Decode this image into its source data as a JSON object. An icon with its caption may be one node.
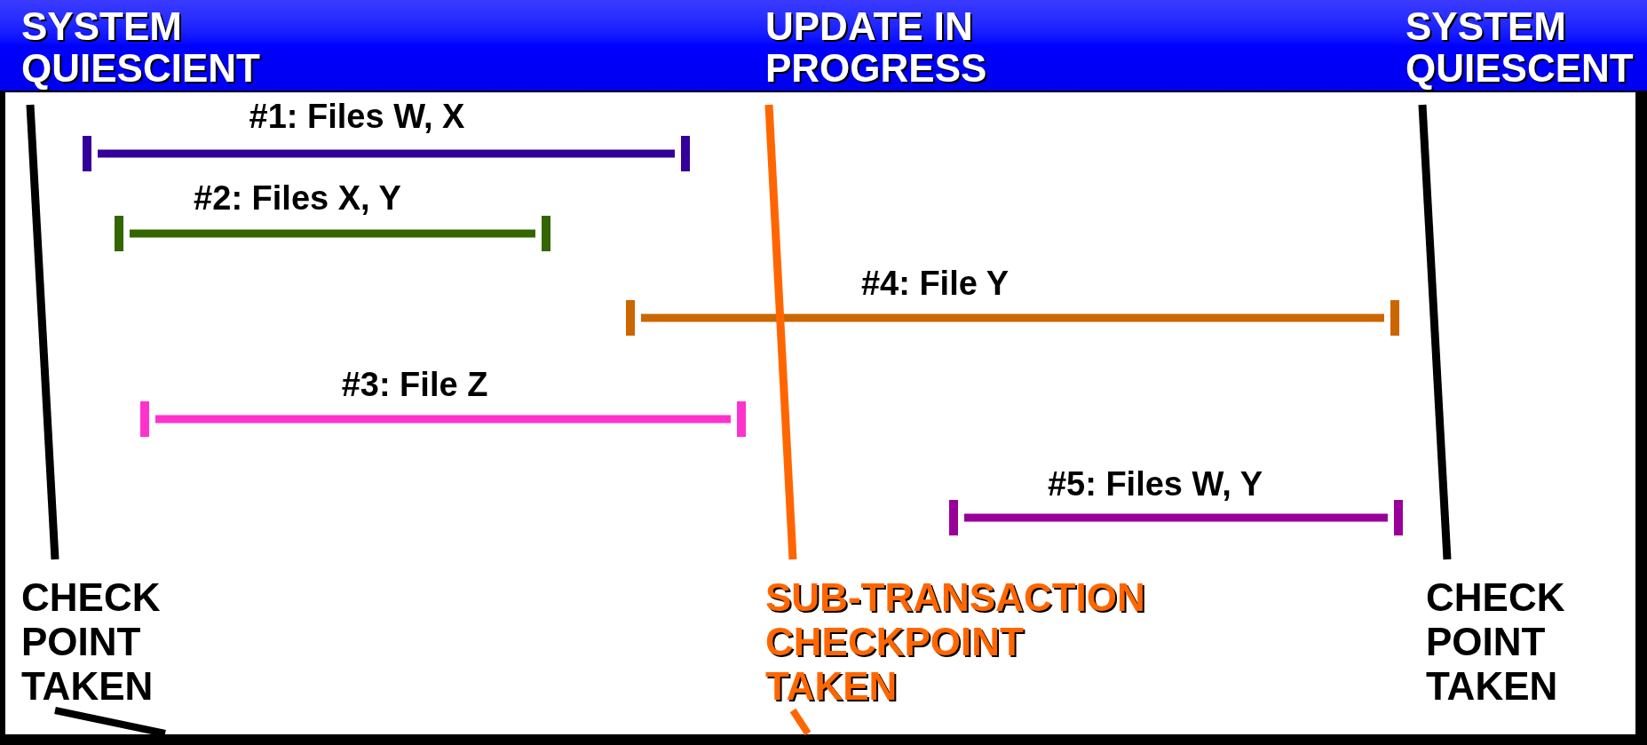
{
  "diagram": {
    "nodes": [
      {
        "text": [
          "SYSTEM QUIESCIENT"
        ]
      },
      {
        "text": [
          "UPDATE IN PROGRESS"
        ]
      },
      {
        "text": [
          "SYSTEM QUIESCENT"
        ]
      },
      {
        "text": [
          "CHECK POINT TAKEN"
        ]
      },
      {
        "text": [
          "SUB-TRANSACTION CHECKPOINT TAKEN"
        ]
      },
      {
        "text": [
          "CHECK POINT TAKEN"
        ]
      }
    ],
    "edges": [
      {
        "from": 0,
        "to": 3,
        "arrow": "none"
      },
      {
        "from": 1,
        "to": 4,
        "arrow": "none",
        "color": "#ff6600"
      },
      {
        "from": 2,
        "to": 5,
        "arrow": "none"
      },
      {
        "from": 3,
        "to": null,
        "arrow": "none"
      },
      {
        "from": 4,
        "to": null,
        "arrow": "none",
        "color": "#ff6600"
      }
    ],
    "labels": [
      "#1: Files W, X",
      "#2: Files X, Y",
      "#4: File Y",
      "#3: File Z",
      "#5: Files W, Y"
    ]
  }
}
